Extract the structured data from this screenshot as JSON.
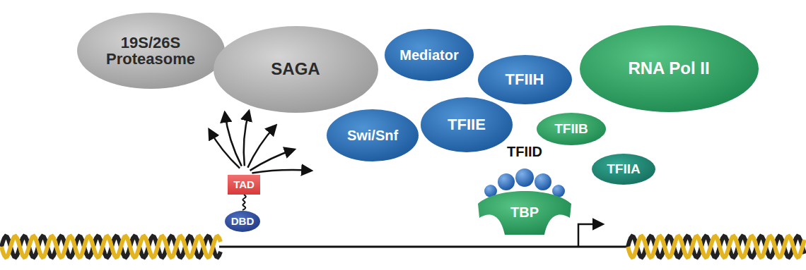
{
  "diagram": {
    "nodes": [
      {
        "text": [
          "19S/26S Proteasome"
        ]
      },
      {
        "text": [
          "SAGA"
        ]
      },
      {
        "text": [
          "Mediator"
        ]
      },
      {
        "text": [
          "TFIIH"
        ]
      },
      {
        "text": [
          "RNA Pol II"
        ]
      },
      {
        "text": [
          "Swi/Snf"
        ]
      },
      {
        "text": [
          "TFIIE"
        ]
      },
      {
        "text": [
          "TFIIB"
        ]
      },
      {
        "text": [
          "TFIID",
          "TBP"
        ]
      },
      {
        "text": [
          "TFIIA"
        ]
      },
      {
        "text": [
          "TAD"
        ]
      },
      {
        "text": [
          "DBD"
        ]
      }
    ],
    "edges": [
      {
        "from": 10,
        "to": 11,
        "arrow": "none"
      }
    ]
  }
}
